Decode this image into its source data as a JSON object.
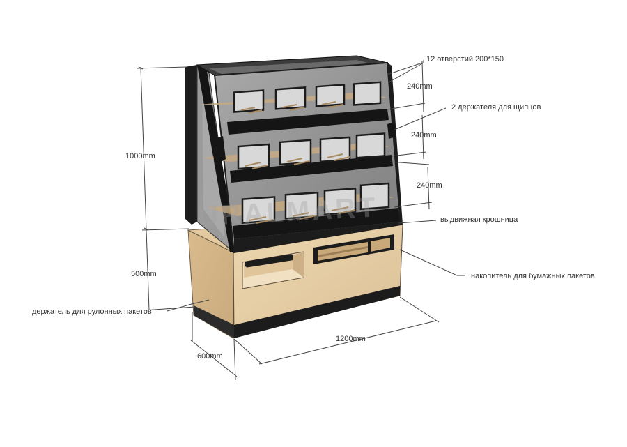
{
  "labels": {
    "holes": "12 отверстий 200*150",
    "tongs": "2 держателя для щипцов",
    "tray": "выдвижная крошница",
    "bags": "накопитель для бумажных пакетов",
    "rolls": "держатель для рулонных пакетов"
  },
  "dimensions": {
    "shelf1": "240mm",
    "shelf2": "240mm",
    "shelf3": "240mm",
    "total_height": "1000mm",
    "base_height": "500mm",
    "width": "1200mm",
    "depth": "600mm"
  },
  "watermark": "URALMART",
  "colors": {
    "wood": "#e6cfa6",
    "wood_dark": "#d2b487",
    "frame": "#1c1c1c",
    "glass": "#8f8f8f",
    "shelf": "#c7a982"
  }
}
